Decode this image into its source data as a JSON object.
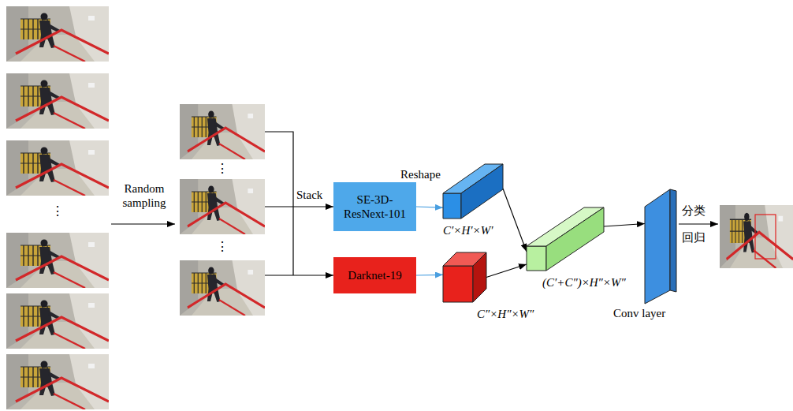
{
  "diagram": {
    "nodes": [
      {
        "text": [
          "SE-3D-ResNext-101"
        ]
      },
      {
        "text": [
          "Darknet-19"
        ]
      },
      {
        "text": [
          "C′×H′×W′"
        ]
      },
      {
        "text": [
          "C″×H″×W″"
        ]
      },
      {
        "text": [
          "(C′+C″)×H″×W″"
        ]
      },
      {
        "text": [
          "Conv layer"
        ]
      }
    ],
    "edges": [
      {
        "from": 0,
        "to": 2,
        "arrow": "to",
        "label": "Reshape"
      },
      {
        "from": 1,
        "to": 3,
        "arrow": "to"
      },
      {
        "from": 2,
        "to": 4,
        "arrow": "to"
      },
      {
        "from": 3,
        "to": 4,
        "arrow": "to"
      },
      {
        "from": 4,
        "to": 5,
        "arrow": "to"
      }
    ],
    "labels": [
      "⋮",
      "Random sampling",
      "⋮",
      "⋮",
      "Stack",
      "分类 回归"
    ]
  }
}
